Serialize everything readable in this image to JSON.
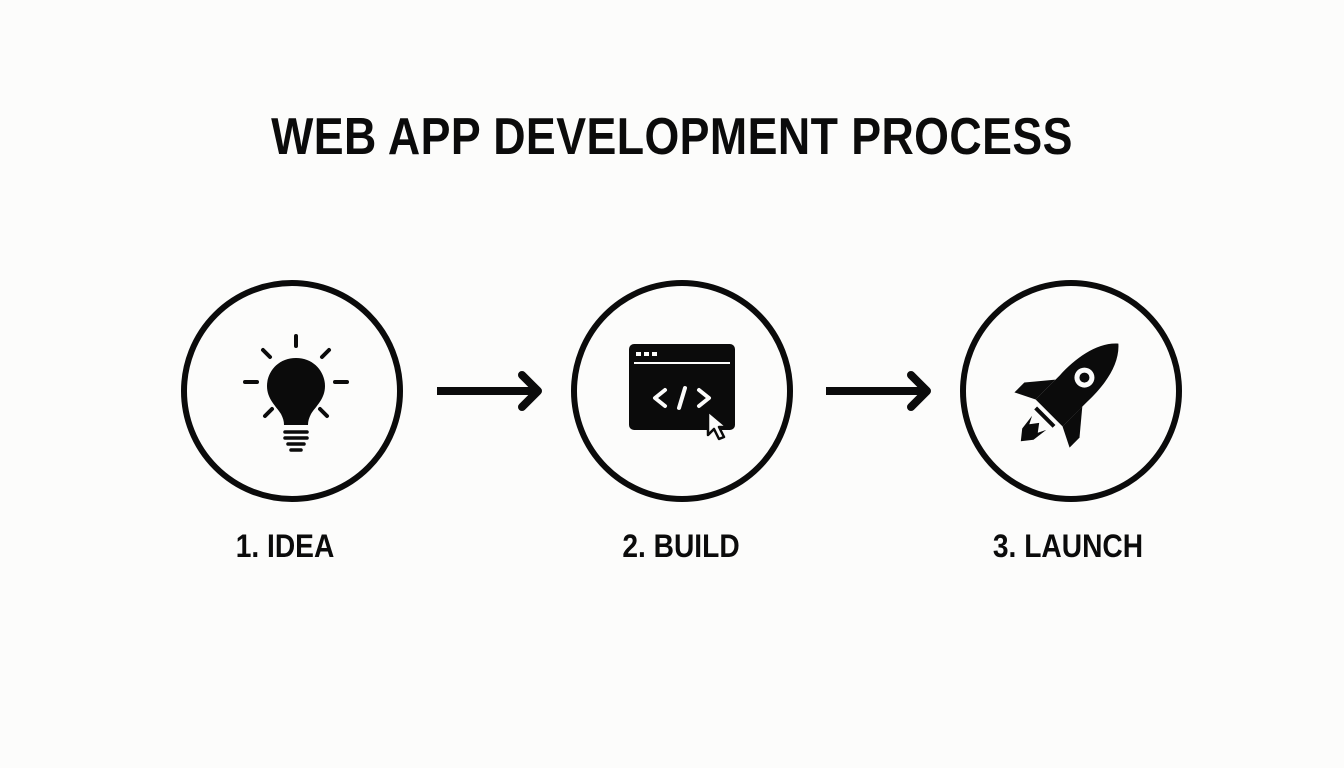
{
  "title": "WEB APP DEVELOPMENT PROCESS",
  "steps": [
    {
      "label": "1. IDEA",
      "icon": "lightbulb-icon"
    },
    {
      "label": "2. BUILD",
      "icon": "code-window-icon"
    },
    {
      "label": "3. LAUNCH",
      "icon": "rocket-icon"
    }
  ],
  "connectors": [
    "arrow-right-icon",
    "arrow-right-icon"
  ],
  "colors": {
    "background": "#fcfcfb",
    "ink": "#0b0b0b"
  }
}
